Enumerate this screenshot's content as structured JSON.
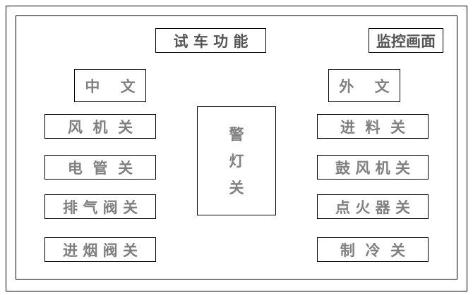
{
  "panel": {
    "title": "试 车 功 能",
    "monitor_button": "监控画面",
    "lang_chinese": "中    文",
    "lang_foreign": "外    文",
    "alarm_light": [
      "警",
      "灯",
      "关"
    ]
  },
  "left_controls": [
    {
      "label": "风  机  关"
    },
    {
      "label": "电  管  关"
    },
    {
      "label": "排 气 阀 关"
    },
    {
      "label": "进 烟 阀 关"
    }
  ],
  "right_controls": [
    {
      "label": "进  料  关"
    },
    {
      "label": "鼓 风 机 关"
    },
    {
      "label": "点 火 器 关"
    },
    {
      "label": "制  冷  关"
    }
  ]
}
